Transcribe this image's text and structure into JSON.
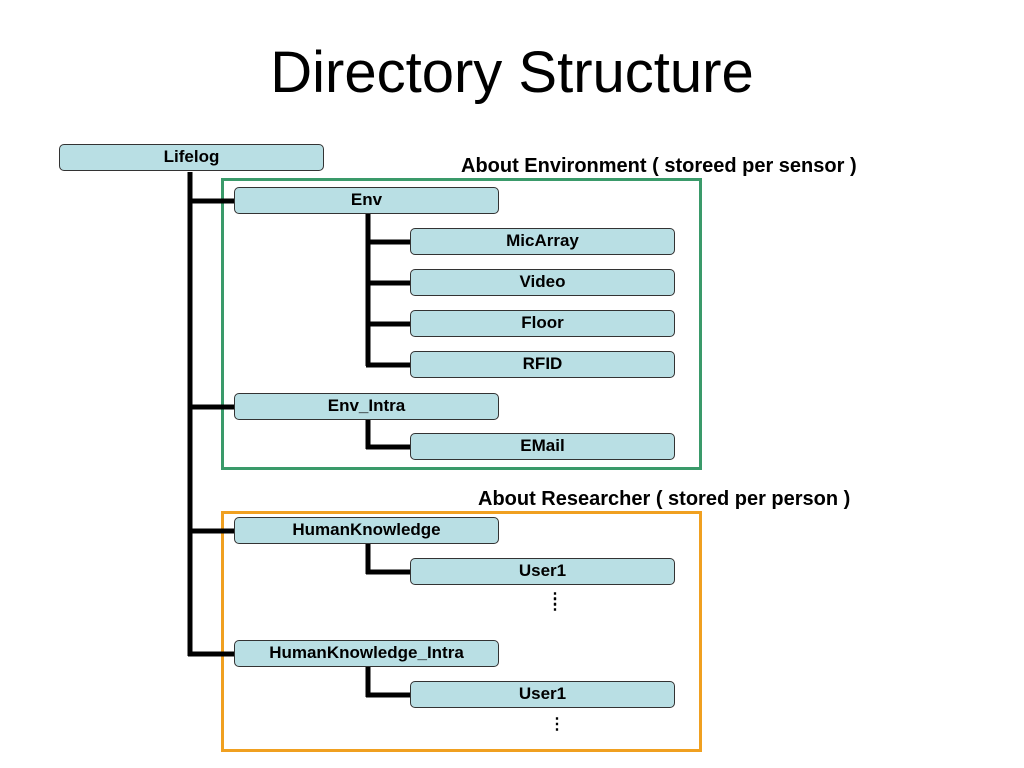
{
  "title": "Directory Structure",
  "root": {
    "label": "Lifelog"
  },
  "groups": {
    "environment": {
      "caption": "About Environment ( storeed per sensor )",
      "color": "#3a9a6a",
      "nodes": {
        "env": "Env",
        "micarray": "MicArray",
        "video": "Video",
        "floor": "Floor",
        "rfid": "RFID",
        "env_intra": "Env_Intra",
        "email": "EMail"
      }
    },
    "researcher": {
      "caption": "About Researcher ( stored per person )",
      "color": "#f0a020",
      "nodes": {
        "humanknowledge": "HumanKnowledge",
        "user1_a": "User1",
        "humanknowledge_intra": "HumanKnowledge_Intra",
        "user1_b": "User1"
      }
    }
  },
  "colors": {
    "node_fill": "#b9dfe4",
    "connector": "#000000"
  }
}
